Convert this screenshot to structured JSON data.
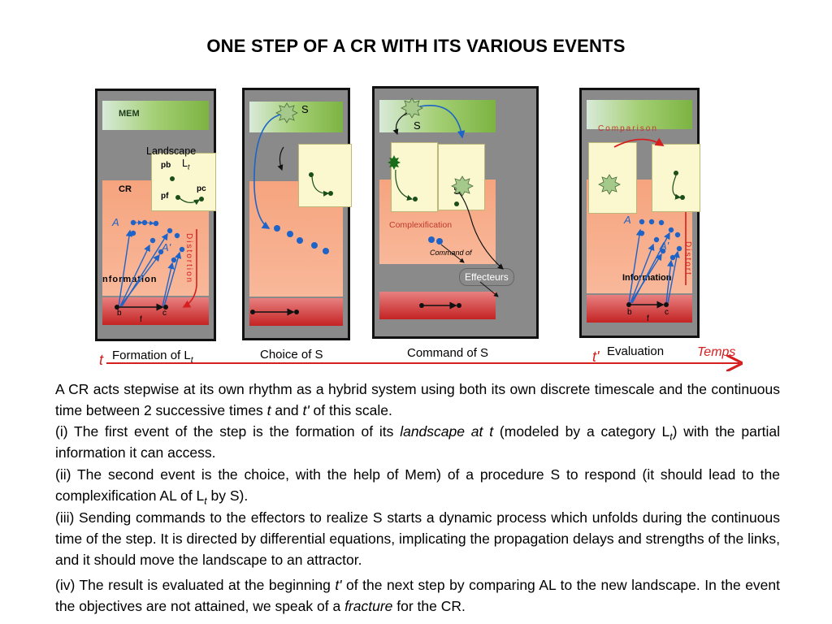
{
  "title": "ONE STEP OF A CR WITH  ITS VARIOUS EVENTS",
  "panel1": {
    "mem": "MEM",
    "cr": "CR",
    "landscape": "Landscape",
    "lt": "L",
    "lt_sub": "t",
    "pb": "pb",
    "pf": "pf",
    "pc": "pc",
    "A": "A",
    "A2": "A'",
    "information": "nformation",
    "distortion": "Distortion",
    "b": "b",
    "f": "f",
    "c": "c"
  },
  "panel2": {
    "S": "S"
  },
  "panel3": {
    "S": "S",
    "S2": "S",
    "complexification": "Complexification",
    "command_of": "Command of",
    "effecteurs": "Effecteurs"
  },
  "panel4": {
    "comparison": "Comparison",
    "A": "A",
    "A2": "A'",
    "information": "Information",
    "distort": "Distort",
    "b": "b",
    "f": "f",
    "c": "c"
  },
  "timeline": {
    "t": "t",
    "t_prime": "t'",
    "temps": "Temps",
    "formation": "Formation of L",
    "formation_sub": "t",
    "choice": "Choice of S",
    "command": "Command of S",
    "evaluation": "Evaluation"
  },
  "paragraphs": {
    "p0_a": "A CR acts stepwise at its own rhythm as a hybrid system using both its own discrete timescale and the continuous time between 2 successive times ",
    "p0_t": "t",
    "p0_b": " and ",
    "p0_t2": "t'",
    "p0_c": " of this scale.",
    "p1_a": "(i) The first event of the step is the formation of its ",
    "p1_it": "landscape at t",
    "p1_b": " (modeled by a category L",
    "p1_sub": "t",
    "p1_c": ") with the partial information it can access.",
    "p2_a": "(ii) The second event is the choice, with the help of Mem) of a procedure S to respond (it should lead to the complexification AL of L",
    "p2_sub": "t",
    "p2_b": " by S).",
    "p3": "(iii) Sending commands to the effectors to realize S starts a dynamic process which unfolds during the continuous time of the step. It is directed by differential equations, implicating the propagation delays and strengths of the links, and it should move the landscape to an attractor.",
    "p4_a": " (iv) The result is evaluated at the beginning ",
    "p4_t": "t'",
    "p4_b": " of the next step by comparing AL to the new landscape. In the event the objectives are not attained, we speak of a ",
    "p4_it": "fracture",
    "p4_c": "  for the CR."
  },
  "colors": {
    "timeline": "#d61f1f",
    "arrows_blue": "#1d63c8",
    "distortion": "#d61f1f"
  },
  "icons": [
    "star-burst-icon",
    "arrow-icon"
  ]
}
